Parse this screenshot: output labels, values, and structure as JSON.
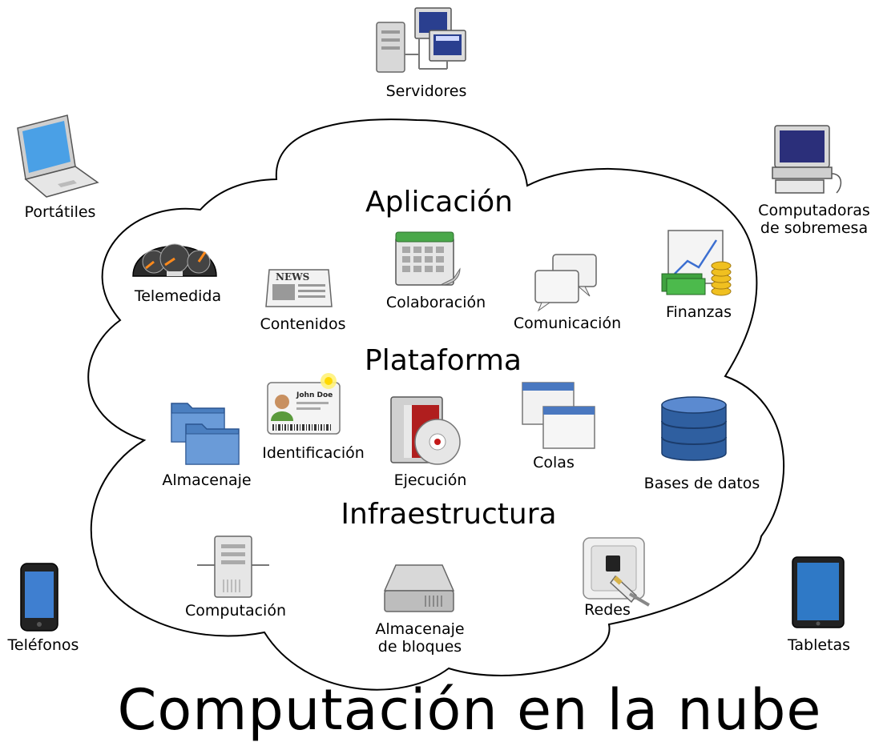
{
  "title": "Computación en la nube",
  "layers": {
    "application": "Aplicación",
    "platform": "Plataforma",
    "infrastructure": "Infraestructura"
  },
  "devices": {
    "servers": "Servidores",
    "laptops": "Portátiles",
    "desktops_line1": "Computadoras",
    "desktops_line2": "de sobremesa",
    "phones": "Teléfonos",
    "tablets": "Tabletas"
  },
  "application": {
    "monitoring": "Telemedida",
    "content": "Contenidos",
    "collaboration": "Colaboración",
    "communication": "Comunicación",
    "finance": "Finanzas"
  },
  "platform": {
    "object_storage": "Almacenaje",
    "identity": "Identificación",
    "identity_card_name": "John Doe",
    "runtime": "Ejecución",
    "queue": "Colas",
    "database": "Bases de datos"
  },
  "infrastructure": {
    "compute": "Computación",
    "block_storage_line1": "Almacenaje",
    "block_storage_line2": "de bloques",
    "network": "Redes"
  },
  "news_text": "NEWS"
}
